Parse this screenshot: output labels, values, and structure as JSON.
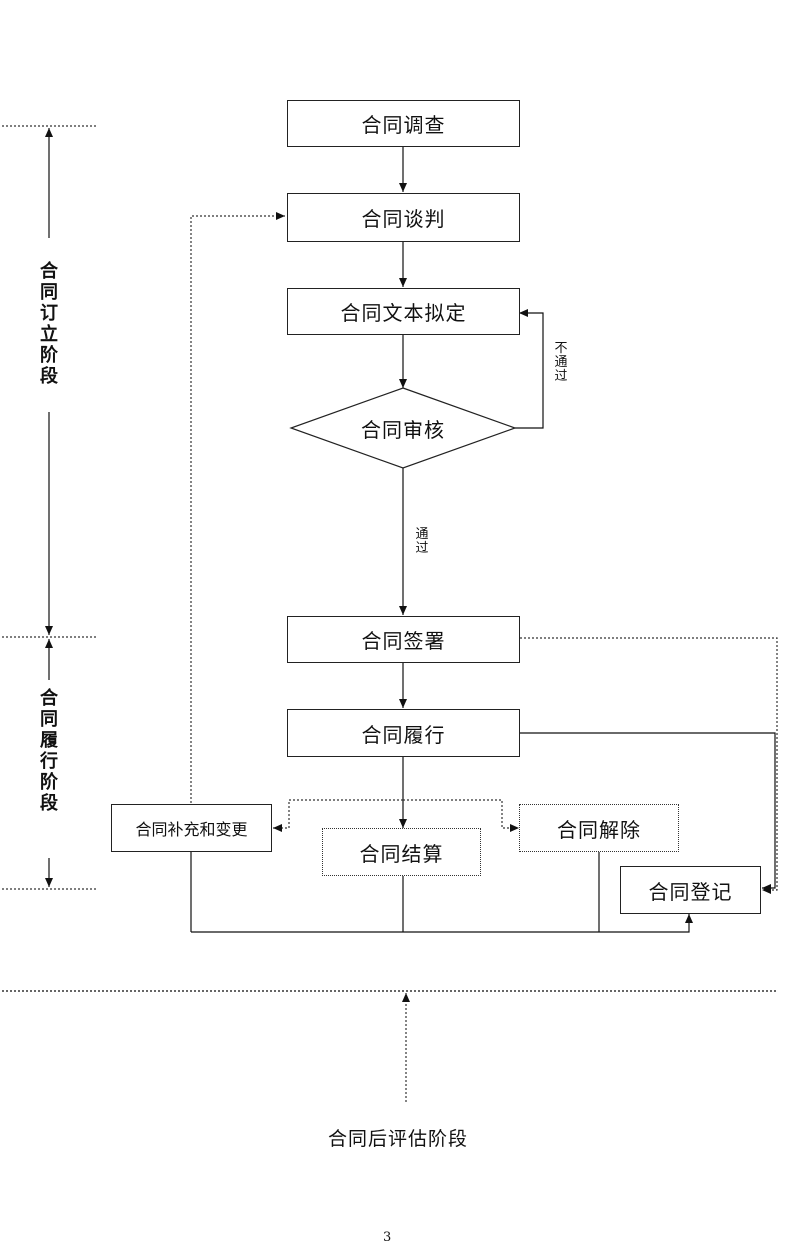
{
  "nodes": {
    "survey": "合同调查",
    "negotiation": "合同谈判",
    "drafting": "合同文本拟定",
    "review": "合同审核",
    "signing": "合同签署",
    "performance": "合同履行",
    "supplement": "合同补充和变更",
    "settlement": "合同结算",
    "termination": "合同解除",
    "registration": "合同登记"
  },
  "edge_labels": {
    "not_passed": "不通过",
    "passed": "通过"
  },
  "phases": {
    "formation": "合同订立阶段",
    "execution": "合同履行阶段",
    "post_evaluation": "合同后评估阶段"
  },
  "page_number": "3"
}
